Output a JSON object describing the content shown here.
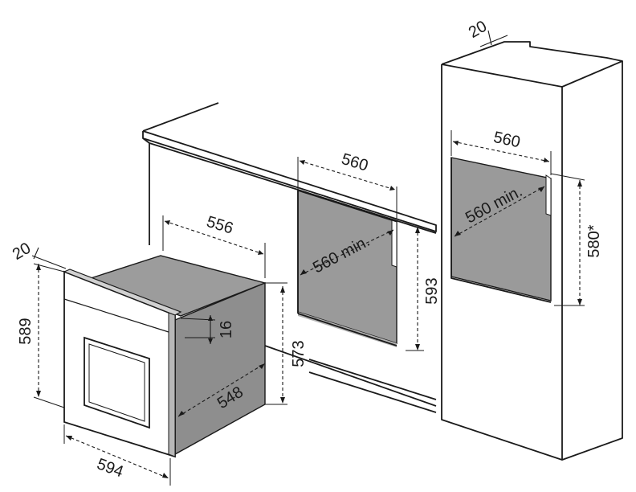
{
  "dimensions": {
    "oven_width": "594",
    "oven_height": "589",
    "oven_depth": "556",
    "front_depth": "20",
    "body_width": "548",
    "body_height": "573",
    "panel_offset": "16",
    "counter_cutout_width": "560",
    "counter_cutout_depth": "560 min.",
    "counter_cutout_height": "593",
    "column_top_depth": "20",
    "column_cutout_width": "560",
    "column_cutout_depth": "560 min.",
    "column_cutout_height": "580*"
  },
  "colors": {
    "cavity_gray": "#9a9a9a",
    "cavity_floor": "#b4b4b4",
    "oven_side": "#8e8e8e",
    "oven_top": "#9c9c9c",
    "line": "#1a1a1a"
  }
}
